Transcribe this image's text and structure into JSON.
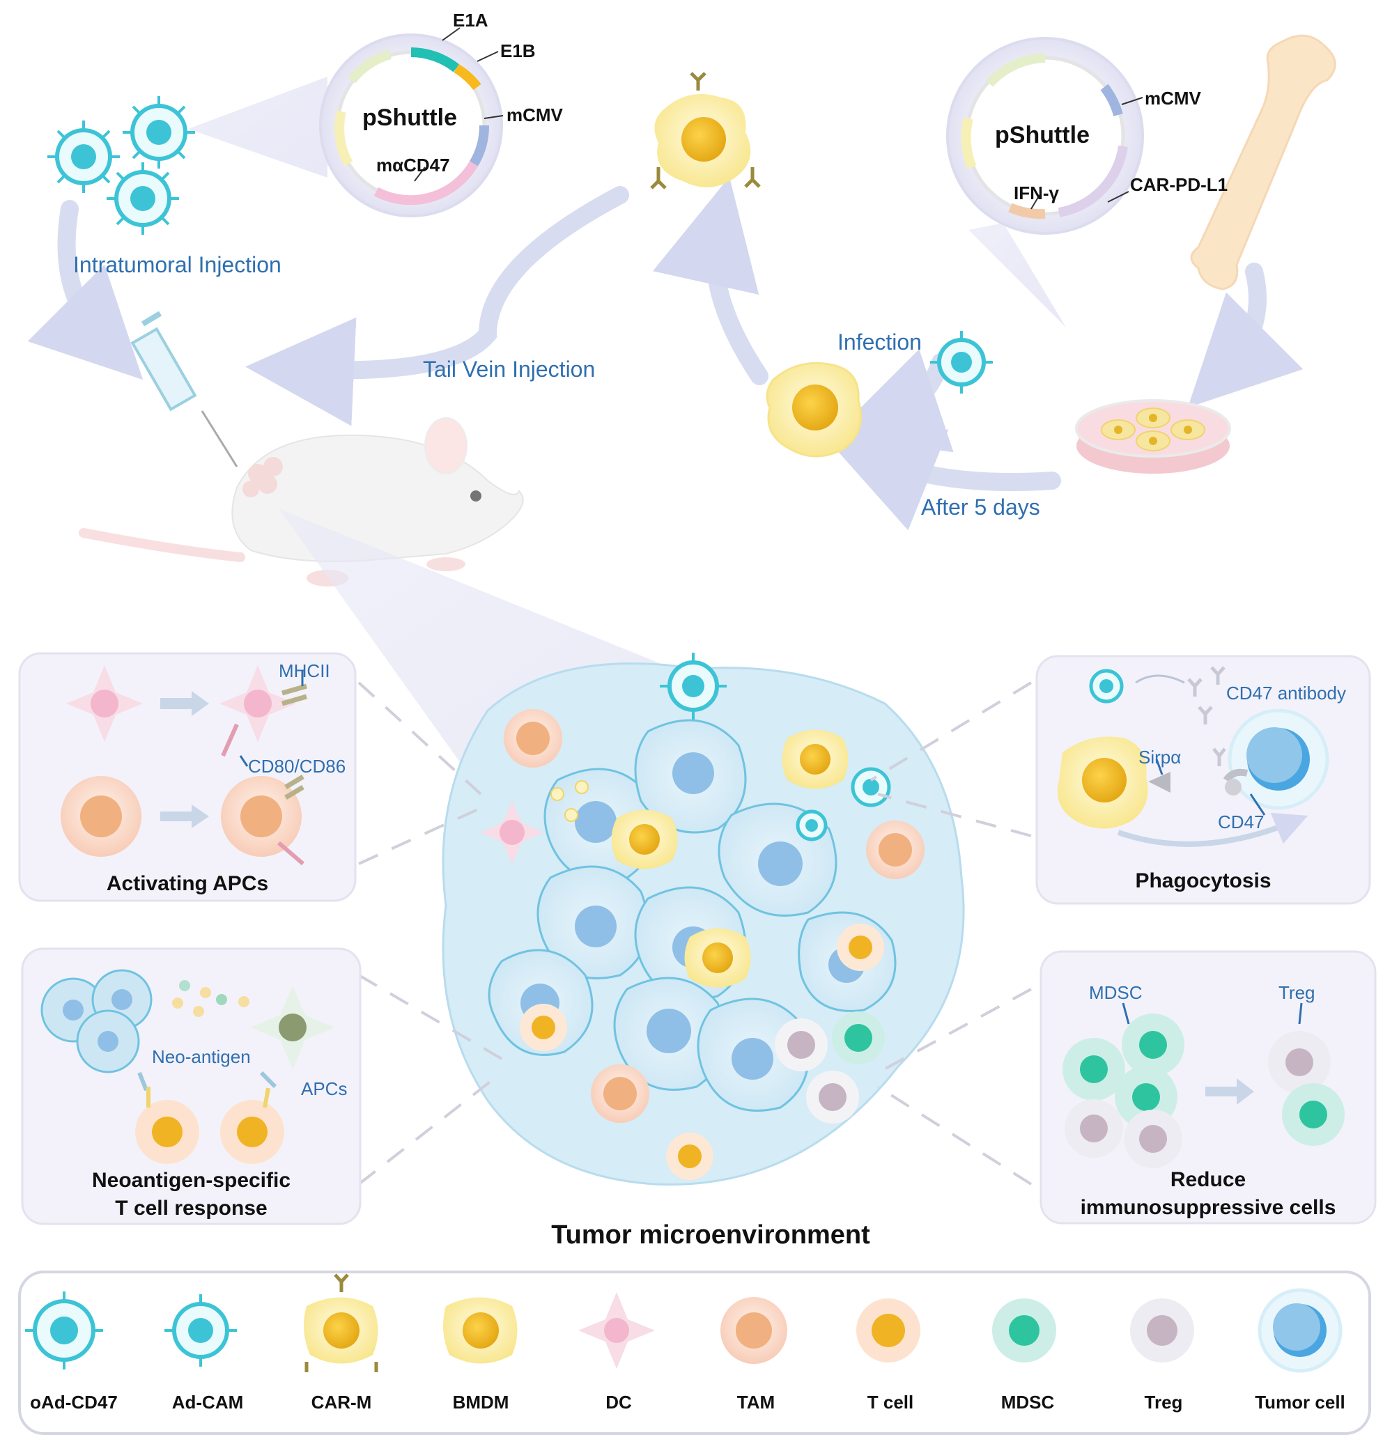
{
  "plasmid1": {
    "name": "pShuttle",
    "e1a": "E1A",
    "e1b": "E1B",
    "mcmv": "mCMV",
    "insert": "mαCD47"
  },
  "plasmid2": {
    "name": "pShuttle",
    "mcmv": "mCMV",
    "car": "CAR-PD-L1",
    "ifn": "IFN-γ"
  },
  "flow": {
    "intratumoral": "Intratumoral Injection",
    "tailvein": "Tail Vein Injection",
    "infection": "Infection",
    "after5": "After 5 days"
  },
  "panels": {
    "apc": {
      "title": "Activating APCs",
      "mhc": "MHCII",
      "cd80": "CD80/CD86"
    },
    "neo": {
      "title_line1": "Neoantigen-specific",
      "title_line2": "T cell response",
      "neoantigen": "Neo-antigen",
      "apcs": "APCs"
    },
    "phago": {
      "title": "Phagocytosis",
      "antibody": "CD47 antibody",
      "sirpa": "Sirpα",
      "cd47": "CD47"
    },
    "reduce": {
      "title_line1": "Reduce",
      "title_line2": "immunosuppressive cells",
      "mdsc": "MDSC",
      "treg": "Treg"
    }
  },
  "center_title": "Tumor microenvironment",
  "legend": [
    "oAd-CD47",
    "Ad-CAM",
    "CAR-M",
    "BMDM",
    "DC",
    "TAM",
    "T cell",
    "MDSC",
    "Treg",
    "Tumor cell"
  ],
  "colors": {
    "label_blue": "#2f6fb0",
    "virus": "#3cc4d6",
    "macrophage": "#f1c232",
    "tumor": "#9fd3ec",
    "arrow": "#d7dcf0",
    "panel_bg": "#f3f2fa"
  }
}
